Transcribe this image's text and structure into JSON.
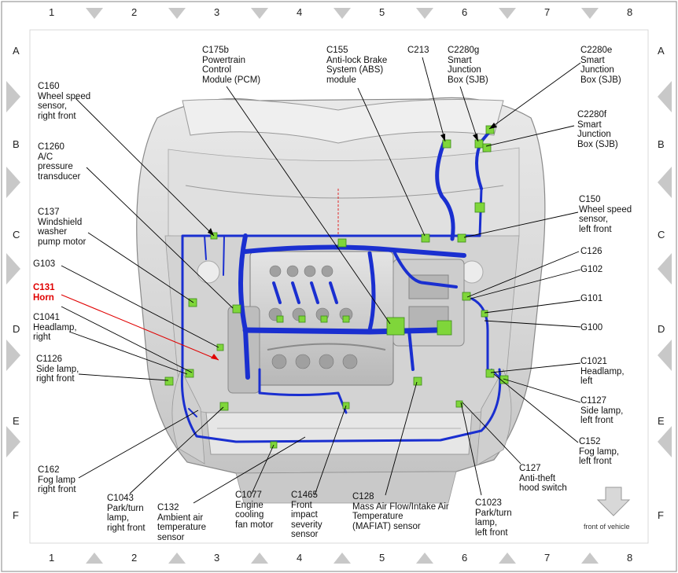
{
  "grid": {
    "columns": [
      "1",
      "2",
      "3",
      "4",
      "5",
      "6",
      "7",
      "8"
    ],
    "rows": [
      "A",
      "B",
      "C",
      "D",
      "E",
      "F"
    ]
  },
  "labels": [
    {
      "id": "c160",
      "text": "C160\nWheel speed\nsensor,\nright front"
    },
    {
      "id": "c1260",
      "text": "C1260\nA/C\npressure\ntransducer"
    },
    {
      "id": "c137",
      "text": "C137\nWindshield\nwasher\npump motor"
    },
    {
      "id": "g103",
      "text": "G103"
    },
    {
      "id": "c131",
      "text": "C131\nHorn",
      "highlight": true
    },
    {
      "id": "c1041",
      "text": "C1041\nHeadlamp,\nright"
    },
    {
      "id": "c1126",
      "text": "C1126\nSide lamp,\nright front"
    },
    {
      "id": "c175b",
      "text": "C175b\nPowertrain\nControl\nModule (PCM)"
    },
    {
      "id": "c155",
      "text": "C155\nAnti-lock Brake\nSystem (ABS)\nmodule"
    },
    {
      "id": "c213",
      "text": "C213"
    },
    {
      "id": "c2280g",
      "text": "C2280g\nSmart\nJunction\nBox (SJB)"
    },
    {
      "id": "c2280e",
      "text": "C2280e\nSmart\nJunction\nBox (SJB)"
    },
    {
      "id": "c2280f",
      "text": "C2280f\nSmart\nJunction\nBox (SJB)"
    },
    {
      "id": "c150",
      "text": "C150\nWheel speed\nsensor,\nleft front"
    },
    {
      "id": "c126",
      "text": "C126"
    },
    {
      "id": "g102",
      "text": "G102"
    },
    {
      "id": "g101",
      "text": "G101"
    },
    {
      "id": "g100",
      "text": "G100"
    },
    {
      "id": "c1021",
      "text": "C1021\nHeadlamp,\nleft"
    },
    {
      "id": "c1127",
      "text": "C1127\nSide lamp,\nleft front"
    },
    {
      "id": "c152",
      "text": "C152\nFog lamp,\nleft front"
    },
    {
      "id": "c127",
      "text": "C127\nAnti-theft\nhood switch"
    },
    {
      "id": "c1023",
      "text": "C1023\nPark/turn\nlamp,\nleft front"
    },
    {
      "id": "c128",
      "text": "C128\nMass Air Flow/Intake Air\nTemperature\n(MAFIAT) sensor"
    },
    {
      "id": "c1465",
      "text": "C1465\nFront\nimpact\nseverity\nsensor"
    },
    {
      "id": "c1077",
      "text": "C1077\nEngine\ncooling\nfan motor"
    },
    {
      "id": "c132",
      "text": "C132\nAmbient air\ntemperature\nsensor"
    },
    {
      "id": "c1043",
      "text": "C1043\nPark/turn\nlamp,\nright front"
    },
    {
      "id": "c162",
      "text": "C162\nFog lamp\nright front"
    }
  ],
  "front_of_vehicle": "front of vehicle",
  "colors": {
    "harness": "#1a2fd0",
    "connector": "#7fd63a",
    "highlight": "#e00000",
    "grid_marker": "#c8c8c8"
  }
}
